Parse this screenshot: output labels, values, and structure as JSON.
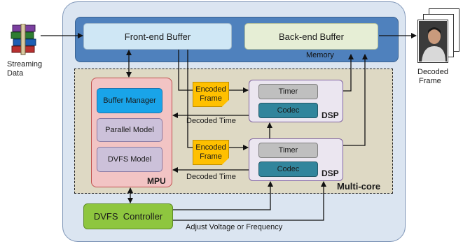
{
  "source": {
    "label_line1": "Streaming",
    "label_line2": "Data",
    "icon": "stacked-books-archive-icon"
  },
  "output": {
    "label_line1": "Decoded",
    "label_line2": "Frame",
    "icon": "video-frame-stack-icon"
  },
  "memory": {
    "label": "Memory",
    "front_buffer": "Front-end Buffer",
    "back_buffer": "Back-end Buffer"
  },
  "multicore": {
    "label": "Multi-core",
    "mpu": {
      "label": "MPU",
      "buffer_manager": "Buffer Manager",
      "parallel_model": "Parallel Model",
      "dvfs_model": "DVFS Model"
    },
    "dsp_top": {
      "label": "DSP",
      "timer": "Timer",
      "codec": "Codec"
    },
    "dsp_bottom": {
      "label": "DSP",
      "timer": "Timer",
      "codec": "Codec"
    },
    "encoded_frame_top": {
      "line1": "Encoded",
      "line2": "Frame"
    },
    "encoded_frame_bottom": {
      "line1": "Encoded",
      "line2": "Frame"
    },
    "decoded_time_top": "Decoded Time",
    "decoded_time_bottom": "Decoded Time"
  },
  "dvfs_controller": {
    "label": "DVFS  Controller"
  },
  "adjust_label": "Adjust Voltage or Frequency",
  "colors": {
    "outer_panel": "#dbe5f1",
    "memory_bar": "#4f81bd",
    "front_buffer": "#cfe7f5",
    "back_buffer": "#e6eed5",
    "multicore_bg": "#ded9c4",
    "mpu_bg": "#f2c4c4",
    "buffer_manager": "#19a4e9",
    "model_box": "#ccc1da",
    "encoded_frame": "#ffc000",
    "dsp_bg": "#ebe6f0",
    "timer": "#bfbfbf",
    "codec": "#31859c",
    "dvfs_controller": "#8ec63f"
  }
}
